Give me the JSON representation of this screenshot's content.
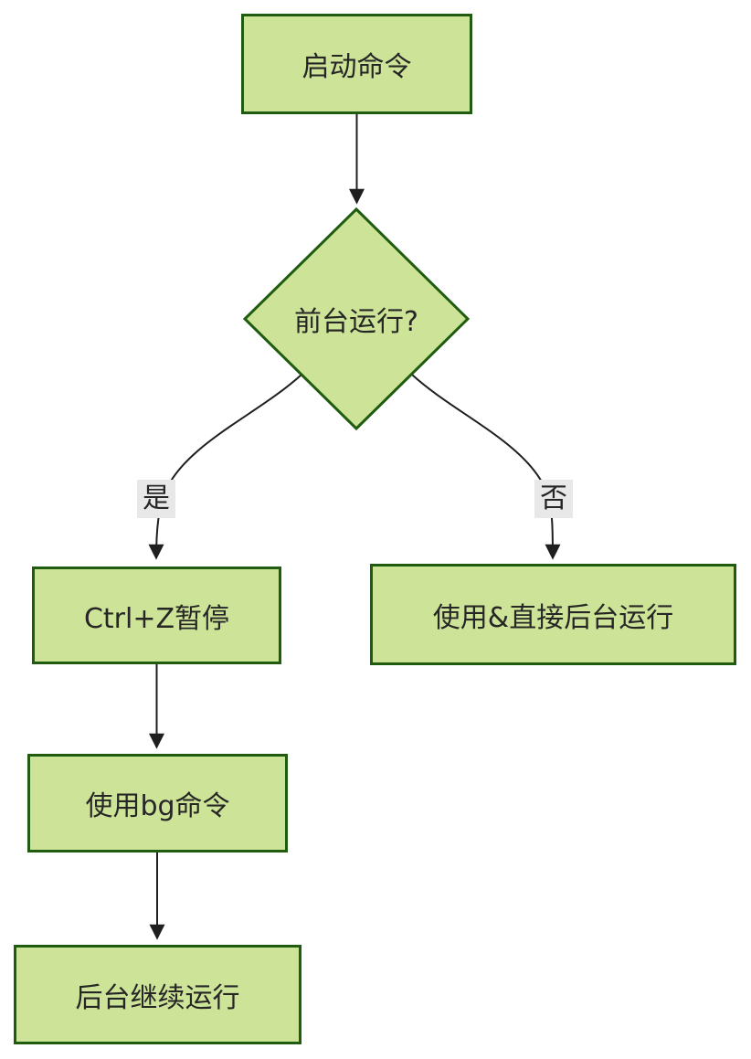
{
  "diagram": {
    "type": "flowchart",
    "direction": "top-down",
    "colors": {
      "background": "#ffffff",
      "node_fill": "#cde498",
      "node_border": "#1f5c10",
      "edge": "#1f1f1f",
      "edge_label_bg": "#e8e8e8",
      "text": "#262626"
    },
    "nodes": {
      "start": {
        "label": "启动命令",
        "shape": "rectangle"
      },
      "decision": {
        "label": "前台运行?",
        "shape": "diamond"
      },
      "pause": {
        "label": "Ctrl+Z暂停",
        "shape": "rectangle"
      },
      "bg_command": {
        "label": "使用bg命令",
        "shape": "rectangle"
      },
      "bg_continue": {
        "label": "后台继续运行",
        "shape": "rectangle"
      },
      "direct_bg": {
        "label": "使用&直接后台运行",
        "shape": "rectangle"
      }
    },
    "edges": [
      {
        "from": "start",
        "to": "decision",
        "label": ""
      },
      {
        "from": "decision",
        "to": "pause",
        "label": "是"
      },
      {
        "from": "decision",
        "to": "direct_bg",
        "label": "否"
      },
      {
        "from": "pause",
        "to": "bg_command",
        "label": ""
      },
      {
        "from": "bg_command",
        "to": "bg_continue",
        "label": ""
      }
    ]
  }
}
